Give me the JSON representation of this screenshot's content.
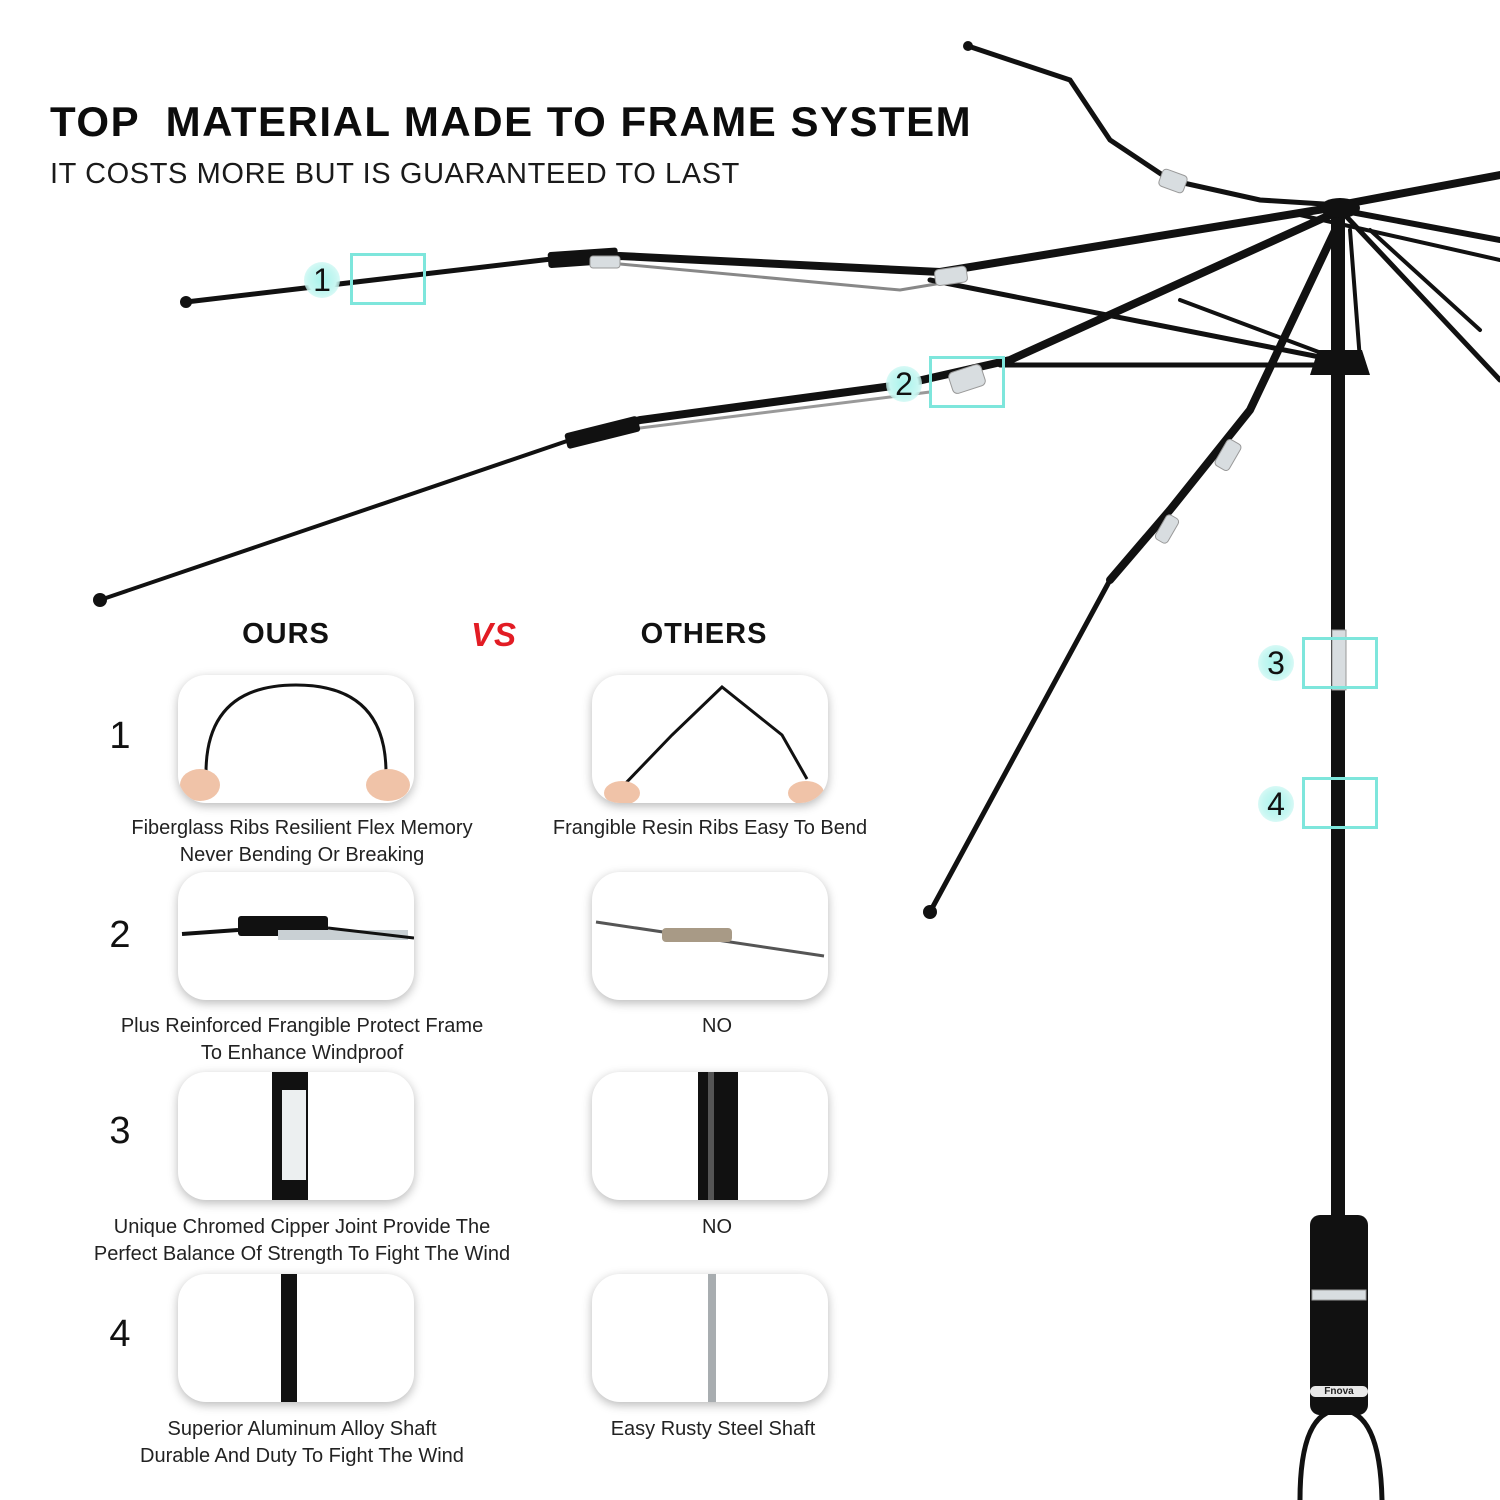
{
  "header": {
    "title": "TOP  MATERIAL MADE TO FRAME SYSTEM",
    "subtitle": "IT COSTS MORE BUT IS GUARANTEED TO LAST"
  },
  "callouts": [
    "1",
    "2",
    "3",
    "4"
  ],
  "comparison": {
    "ours_label": "OURS",
    "vs_label": "VS",
    "others_label": "OTHERS",
    "rows": [
      {
        "number": "1",
        "ours_caption": [
          "Fiberglass Ribs Resilient Flex Memory",
          "Never Bending Or Breaking"
        ],
        "others_caption": [
          "Frangible Resin Ribs Easy To Bend"
        ]
      },
      {
        "number": "2",
        "ours_caption": [
          "Plus Reinforced  Frangible Protect Frame",
          "To Enhance Windproof"
        ],
        "others_caption": [
          "NO"
        ]
      },
      {
        "number": "3",
        "ours_caption": [
          "Unique Chromed Cipper Joint  Provide The",
          "Perfect Balance Of Strength To Fight The Wind"
        ],
        "others_caption": [
          "NO"
        ]
      },
      {
        "number": "4",
        "ours_caption": [
          "Superior Aluminum Alloy Shaft",
          "Durable And Duty To Fight The Wind"
        ],
        "others_caption": [
          "Easy Rusty Steel Shaft"
        ]
      }
    ]
  },
  "handle_brand": "Fnova",
  "colors": {
    "accent_cyan": "#7ee6dc",
    "vs_red": "#e21c24",
    "frame_black": "#111111"
  }
}
